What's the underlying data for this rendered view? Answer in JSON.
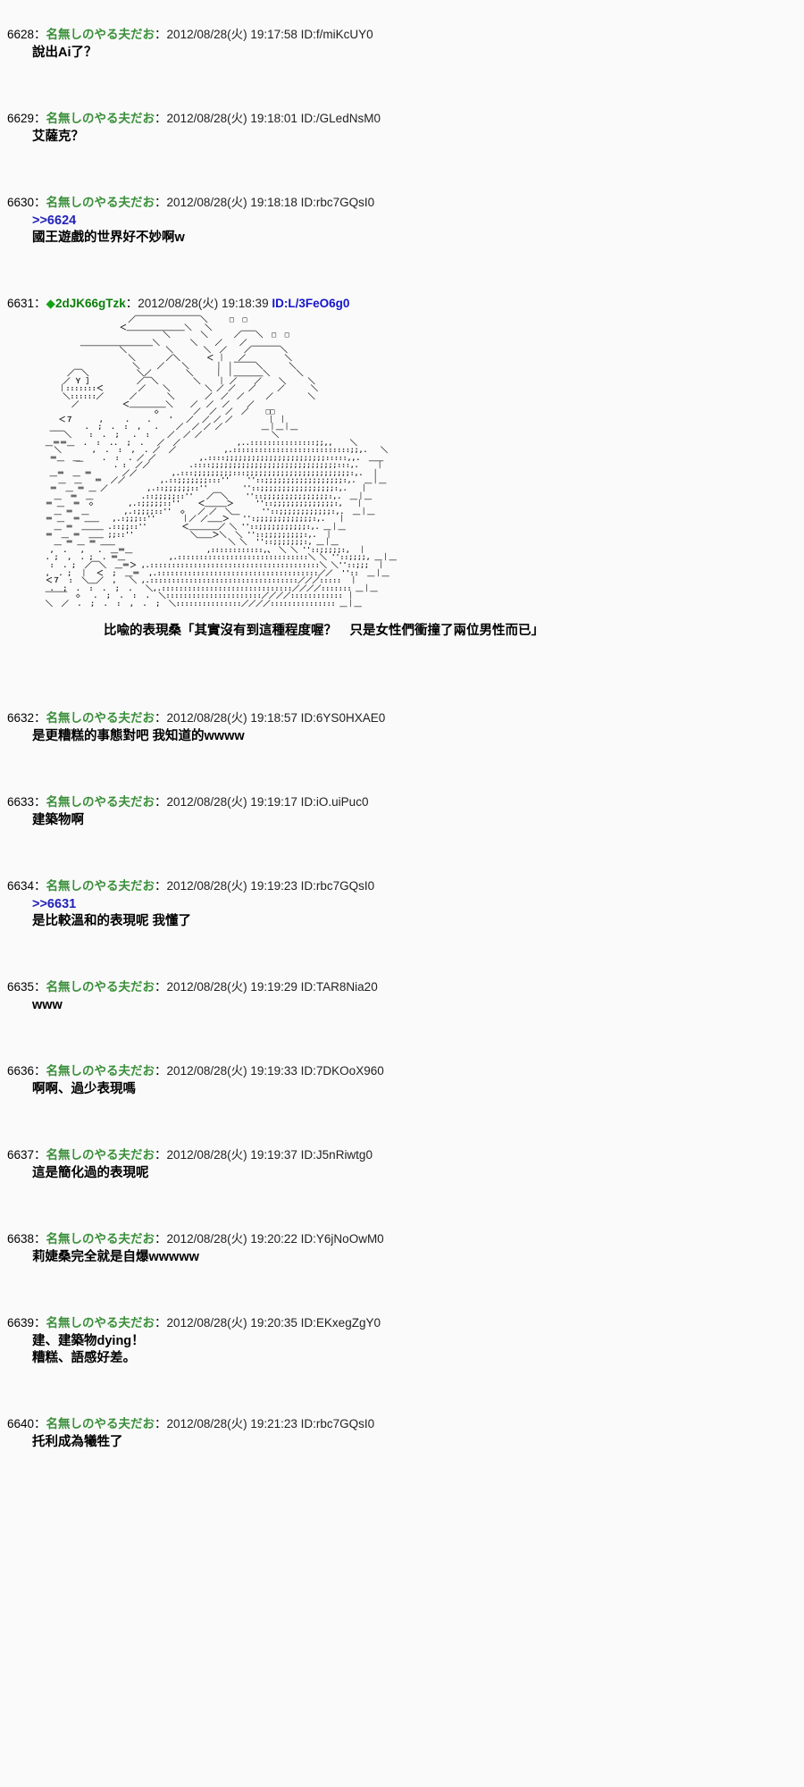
{
  "meta": {
    "board_style": "2ch-aa-thread",
    "name_color": "#3A8F3A",
    "anchor_color": "#2222BB",
    "id_highlight_color": "#1515CC",
    "background": "#FAFAFA",
    "separator": "：",
    "trip_marker": "◆"
  },
  "posts": [
    {
      "no": "6628",
      "name": "名無しのやる夫だお",
      "date": "2012/08/28(火) 19:17:58",
      "id": "ID:f/miKcUY0",
      "lines": [
        "說出Ai了？"
      ]
    },
    {
      "no": "6629",
      "name": "名無しのやる夫だお",
      "date": "2012/08/28(火) 19:18:01",
      "id": "ID:/GLedNsM0",
      "lines": [
        "艾薩克？"
      ]
    },
    {
      "no": "6630",
      "name": "名無しのやる夫だお",
      "date": "2012/08/28(火) 19:18:18",
      "id": "ID:rbc7GQsI0",
      "anchor": "&gt;&gt;6624",
      "lines": [
        "國王遊戲的世界好不妙啊w"
      ]
    },
    {
      "no": "6631",
      "name": "2dJK66gTzk",
      "is_trip": true,
      "date": "2012/08/28(火) 19:18:39",
      "id": "ID:L/3FeO6g0",
      "id_highlight": true,
      "caption": "比喩的表現桑「其實沒有到這種程度喔？　只是女性們衝撞了兩位男性而已」",
      "aa": "                    ／￣￣￣￣￣￣￣￣￣＼     □  □\n                  ＜＿＿＿＿＿＿＿＿＼   ＼\n                            ＼       ＼      ／￣￣＼  □  □\n         ＿＿＿＿＿＿＿＿＿＿＼       ＼    ／    ／\n                  ＼         ＼       ＼  ／    ／￣￣￣￣＼\n                    ＼       ／＼      ＜ ｜   ／         ＼\n                     ＼    ／    ＼      ｜ ｜￣￣￣＼      ＼\n      ／￣＼           ＼／        ＼     ｜ ｜＿＿＿＿＼      ＼\n     ／ Ｙ ］          ／￣＼        ＼    ｜ ／    ／    ＼     ＼\n    ｜:::::::＜        ／    ＼        ＼ ／ ／   ／     ／      ＼\n     ＼::::::／      ／       ＼       ／  ／  ／     ／        ＼\n       ／          ＜＿＿＿＿＿＼    ／  ／  ／    ／\n                          ◇        ／  ／  ／  ／    □□\n    ＜７      ,     .    .    '   ／  ／ ／ ／        ｜ ｜\n          .  ;  .  :  ,   .    ／  ／ ／ ／         ＿｜＿｜＿\n  ￣￣＼    :  .  ;   .  :    ／  ／ ／                ＼\n ＿＝＝＿  .  :  ..  ;  .   ／  ／             ,..:::::::::::::::;;,,    ＼\n   ＼       ,  .  :  ,  . ／  ／           ,.:::::::::::::::::::::::::::;;,.   ＼\n  ＝＿  ＿     .  :  . ／ ／          ,.::::;;;;;;;;;;;;;;;;;;;;;;;:::::,,.  ＿＿\n        ￣       . :  ／／         .::::;;;;;;;;;;;;;;;;;;;;;;;;;;;;;:::,.    ｜\n  ＿＝  ＿ ＝       ／／        ,.:::;;;;;;;;;:::;;;;;;;;;;;;;;;;;;;;;;;;:,.  ｜\n    ＿  ＿   ＝  ／／        ,.::;;;;;;;:::''    ''::;;;;;;;;;;;;;;;;;;:,.  ＿｜＿\n  ＝  ＿ ＝ ＿ ／         ,.::;;;;;;::''        ''::;;;;;;;;;;;;;;;;;:,.   ｜\n   ＿  ＝  ＿           .::;;;;;::''   ／￣＼    ''::;;;;;;;;;;;;;;;:,.  ＿｜＿\n ＝ ＿  ＝  ◇        ,.:;;;;;::''    ＜＿＿＿＞     ''::;;;;;;;;;;;;;;:,   ｜\n   ＿ ＝  ＿        ,.:;;;;::''  ◇   ／ ／  ＼＿     ''::;;;;;;;;;;;;:,.  ＿｜＿\n ＝ ＿  ＝ ＿＿   ,.:;;;::''      ｜／ ／＿＿＞   '':;;;;;;;;;;;;;:,.   ｜\n   ＿ ＝  ＿＿＿ .::;;::''        ＜＿＿＿＿／ ＼ ''::;;;;;;;;;;;:,. ＿｜＿\n ＝  ＿ ＝  ＿＿ ;;::''             ＼＿＿＞＼  ＼ ''::;;;;;;;;;:,.  ｜\n   ＿ ＝ ＿ ＝ ＿＿                          ＼ ＼  ''::;;;;;;;:, ＿｜＿\n  ,  .   ,   .  ＿＝＿                 ,::::::::::::,、 ＼ ＼ ''::;;;;;:,  ｜\n . ;  ,  . ;  . ＝＿          ,.::::::::::::::::::::::::::::::＼ ＼ ''::;;;;, ＿｜＿\n  :  . ;  ／￣＼  ＿＝＞ ,.:::::::::::::::::::::::::::::::::::::::＼ ＼''::;;;  ｜\n ,  . ;  ｜  ＜  ;  ＿＝  ,.:::::::::::::::::::::::::::::::::::::／／  ''::  ＿｜＿\n ＜７  :  ＼＿／  ,   ＼ ,.::::::::::::::::::::::::::::::::::／／／:::::  ｜\n  .  ;  .  :  .  ;  .   ＼,.::::::::::::::::::::::::::::::／／／／::::::: ＿｜＿\n ￣￣￣  ◇   .  ;  .  :  .  ＼::::::::::::::::::::::／／／／:::::::::::: ｜\n ＼  ／  .  ;  .  :  ,  .  ;  ＼:::::::::::::::／／／／::::::::::::::: ＿｜＿"
    },
    {
      "no": "6632",
      "name": "名無しのやる夫だお",
      "date": "2012/08/28(火) 19:18:57",
      "id": "ID:6YS0HXAE0",
      "lines": [
        "是更糟糕的事態對吧 我知道的wwww"
      ]
    },
    {
      "no": "6633",
      "name": "名無しのやる夫だお",
      "date": "2012/08/28(火) 19:19:17",
      "id": "ID:iO.uiPuc0",
      "lines": [
        "建築物啊"
      ]
    },
    {
      "no": "6634",
      "name": "名無しのやる夫だお",
      "date": "2012/08/28(火) 19:19:23",
      "id": "ID:rbc7GQsI0",
      "anchor": "&gt;&gt;6631",
      "lines": [
        "是比較溫和的表現呢 我懂了"
      ]
    },
    {
      "no": "6635",
      "name": "名無しのやる夫だお",
      "date": "2012/08/28(火) 19:19:29",
      "id": "ID:TAR8Nia20",
      "lines": [
        "www"
      ]
    },
    {
      "no": "6636",
      "name": "名無しのやる夫だお",
      "date": "2012/08/28(火) 19:19:33",
      "id": "ID:7DKOoX960",
      "lines": [
        "啊啊、過少表現嗎"
      ]
    },
    {
      "no": "6637",
      "name": "名無しのやる夫だお",
      "date": "2012/08/28(火) 19:19:37",
      "id": "ID:J5nRiwtg0",
      "lines": [
        "這是簡化過的表現呢"
      ]
    },
    {
      "no": "6638",
      "name": "名無しのやる夫だお",
      "date": "2012/08/28(火) 19:20:22",
      "id": "ID:Y6jNoOwM0",
      "lines": [
        "莉婕桑完全就是自爆wwwww"
      ]
    },
    {
      "no": "6639",
      "name": "名無しのやる夫だお",
      "date": "2012/08/28(火) 19:20:35",
      "id": "ID:EKxegZgY0",
      "lines": [
        "建、建築物dying！",
        "糟糕、語感好差。"
      ]
    },
    {
      "no": "6640",
      "name": "名無しのやる夫だお",
      "date": "2012/08/28(火) 19:21:23",
      "id": "ID:rbc7GQsI0",
      "lines": [
        "托利成為犧牲了"
      ]
    }
  ]
}
